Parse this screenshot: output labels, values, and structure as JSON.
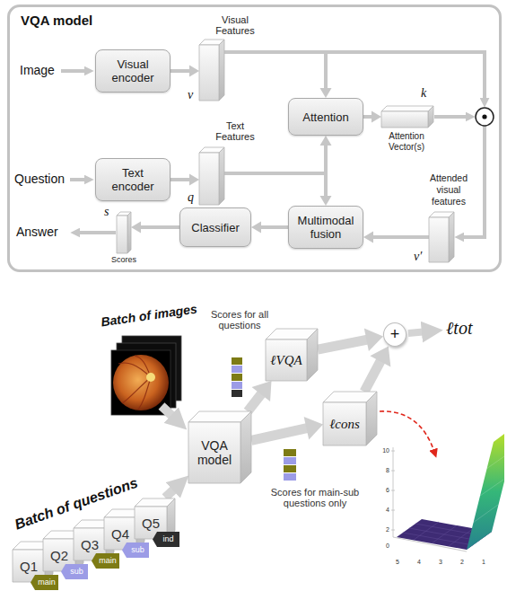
{
  "diagram": {
    "nodes": [
      {
        "text": [
          "VQA model"
        ]
      },
      {
        "text": [
          "Visual encoder"
        ],
        "in": 0
      },
      {
        "text": [
          "Visual Features",
          "v"
        ],
        "in": 0
      },
      {
        "text": [
          "Attention"
        ],
        "in": 0
      },
      {
        "text": [
          "k",
          "Attention Vector(s)"
        ],
        "in": 0
      },
      {
        "text": [
          "Text encoder"
        ],
        "in": 0
      },
      {
        "text": [
          "Text Features",
          "q"
        ],
        "in": 0
      },
      {
        "text": [
          "Attended visual features",
          "v′"
        ],
        "in": 0
      },
      {
        "text": [
          "s",
          "Scores"
        ],
        "in": 0
      },
      {
        "text": [
          "Classifier"
        ],
        "in": 0
      },
      {
        "text": [
          "Multimodal fusion"
        ],
        "in": 0
      },
      {
        "text": [
          "VQA model"
        ]
      },
      {
        "text": [
          "ℓVQA"
        ]
      },
      {
        "text": [
          "ℓcons"
        ]
      },
      {
        "text": [
          "+"
        ]
      },
      {
        "text": [
          "Q1"
        ]
      },
      {
        "text": [
          "Q2"
        ]
      },
      {
        "text": [
          "Q3"
        ]
      },
      {
        "text": [
          "Q4"
        ]
      },
      {
        "text": [
          "Q5"
        ]
      },
      {
        "text": [
          "main"
        ]
      },
      {
        "text": [
          "sub"
        ]
      },
      {
        "text": [
          "main"
        ]
      },
      {
        "text": [
          "sub"
        ]
      },
      {
        "text": [
          "ind"
        ]
      }
    ],
    "edges": [
      {
        "from": 1,
        "to": 2,
        "arrow": "to"
      },
      {
        "from": 2,
        "to": 3,
        "arrow": "to"
      },
      {
        "from": 5,
        "to": 6,
        "arrow": "to"
      },
      {
        "from": 6,
        "to": 3,
        "arrow": "to"
      },
      {
        "from": 6,
        "to": 10,
        "arrow": "to"
      },
      {
        "from": 3,
        "to": 4,
        "arrow": "to"
      },
      {
        "from": 7,
        "to": 10,
        "arrow": "to"
      },
      {
        "from": 10,
        "to": 9,
        "arrow": "to"
      },
      {
        "from": 9,
        "to": 8,
        "arrow": "to"
      },
      {
        "from": 11,
        "to": 12,
        "arrow": "to"
      },
      {
        "from": 11,
        "to": 13,
        "arrow": "to"
      },
      {
        "from": 12,
        "to": 14,
        "arrow": "to"
      },
      {
        "from": 13,
        "to": 14,
        "arrow": "to"
      }
    ],
    "labels": [
      "Image",
      "Question",
      "Answer",
      "Batch of images",
      "Scores for all questions",
      "Scores for main-sub questions only",
      "ℓtot",
      "Batch of questions",
      "10",
      "8",
      "6",
      "4",
      "2",
      "0",
      "5",
      "4",
      "3",
      "2",
      "1"
    ]
  }
}
